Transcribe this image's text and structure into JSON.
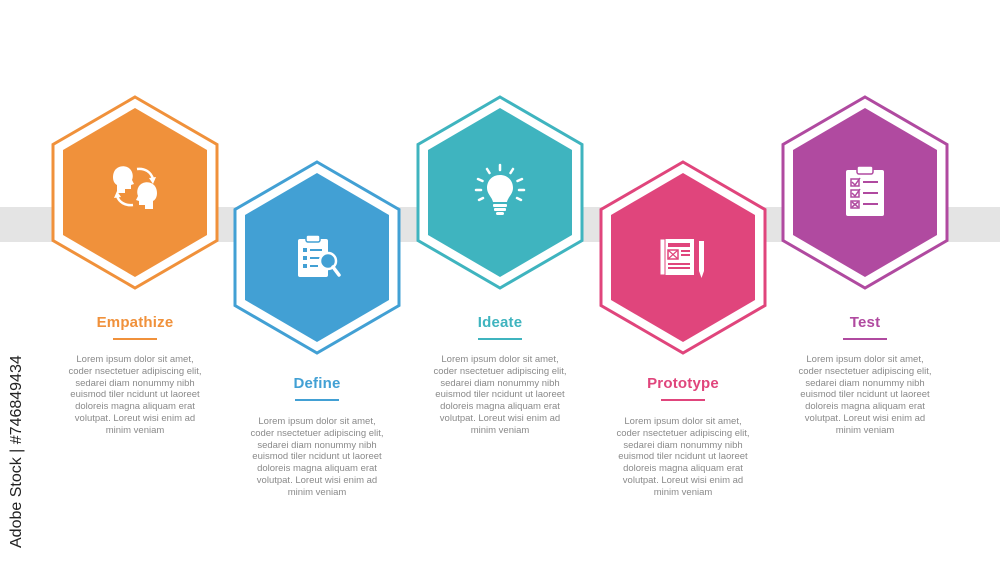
{
  "steps": [
    {
      "title": "Empathize",
      "color": "#f0913b",
      "icon": "people-exchange-icon",
      "description": "Lorem ipsum dolor sit amet, coder nsectetuer adipiscing elit, sedarei diam nonummy nibh euismod tiler ncidunt ut laoreet doloreis magna aliquam erat volutpat. Loreut wisi enim ad minim veniam"
    },
    {
      "title": "Define",
      "color": "#42a0d4",
      "icon": "clipboard-search-icon",
      "description": "Lorem ipsum dolor sit amet, coder nsectetuer adipiscing elit, sedarei diam nonummy nibh euismod tiler ncidunt ut laoreet doloreis magna aliquam erat volutpat. Loreut wisi enim ad minim veniam"
    },
    {
      "title": "Ideate",
      "color": "#3fb4bf",
      "icon": "lightbulb-icon",
      "description": "Lorem ipsum dolor sit amet, coder nsectetuer adipiscing elit, sedarei diam nonummy nibh euismod tiler ncidunt ut laoreet doloreis magna aliquam erat volutpat. Loreut wisi enim ad minim veniam"
    },
    {
      "title": "Prototype",
      "color": "#e0457c",
      "icon": "blueprint-pencil-icon",
      "description": "Lorem ipsum dolor sit amet, coder nsectetuer adipiscing elit, sedarei diam nonummy nibh euismod tiler ncidunt ut laoreet doloreis magna aliquam erat volutpat. Loreut wisi enim ad minim veniam"
    },
    {
      "title": "Test",
      "color": "#b04aa0",
      "icon": "checklist-icon",
      "description": "Lorem ipsum dolor sit amet, coder nsectetuer adipiscing elit, sedarei diam nonummy nibh euismod tiler ncidunt ut laoreet doloreis magna aliquam erat volutpat. Loreut wisi enim ad minim veniam"
    }
  ],
  "stock_id": "Adobe Stock | #746849434",
  "band_color": "#e4e4e4"
}
